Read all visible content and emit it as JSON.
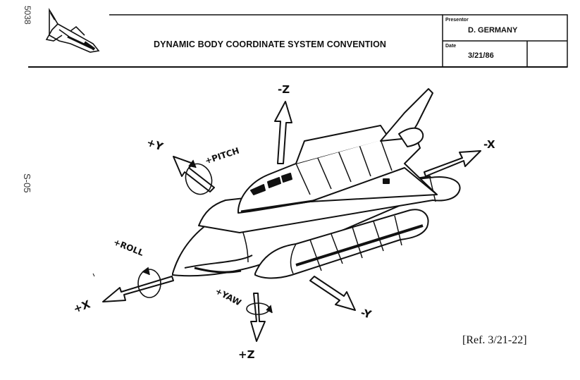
{
  "header": {
    "title": "DYNAMIC BODY COORDINATE SYSTEM CONVENTION",
    "presenter_label": "Presentor",
    "presenter_value": "D. GERMANY",
    "date_label": "Date",
    "date_value": "3/21/86"
  },
  "margin_notes": {
    "top_left": "5038",
    "left": "S-05"
  },
  "axes": {
    "neg_z": "-Z",
    "pos_z": "+Z",
    "neg_x": "-X",
    "pos_x": "+X",
    "pos_y": "+Y",
    "neg_y": "-Y",
    "pitch": "+PITCH",
    "roll": "+ROLL",
    "yaw": "+YAW"
  },
  "footer": {
    "reference": "[Ref. 3/21-22]"
  },
  "icons": [
    "shuttle-logo-icon",
    "shuttle-stack-drawing"
  ]
}
